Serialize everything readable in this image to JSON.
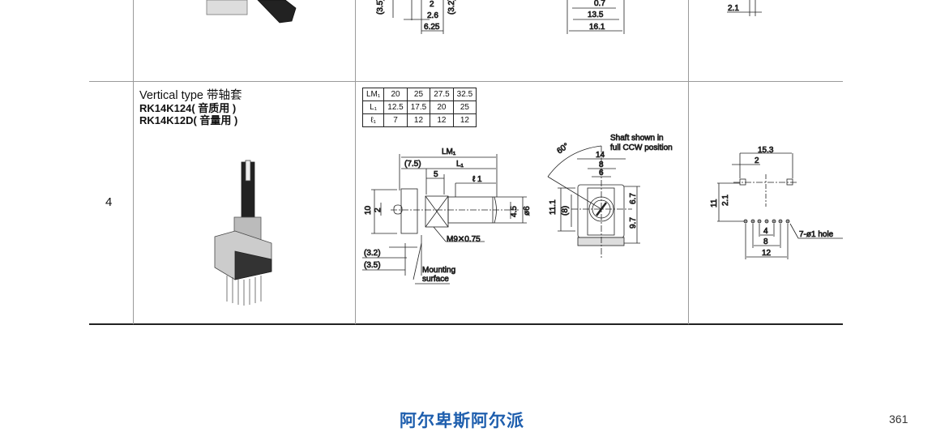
{
  "row_prev": {
    "left_dims": [
      "(3.5)",
      "2",
      "2.6",
      "6.25",
      "(3.2)"
    ],
    "right_dims": [
      "0.7",
      "13.5",
      "16.1"
    ],
    "pcb_dims": [
      "2.1"
    ]
  },
  "row": {
    "number": "4",
    "title": "Vertical type 带轴套",
    "model_1": "RK14K124( 音质用 )",
    "model_2": "RK14K12D( 音量用 )",
    "dim_table": {
      "rows": [
        [
          "LM₁",
          "20",
          "25",
          "27.5",
          "32.5"
        ],
        [
          "L₁",
          "12.5",
          "17.5",
          "20",
          "25"
        ],
        [
          "ℓ₁",
          "7",
          "12",
          "12",
          "12"
        ]
      ]
    },
    "side_view": {
      "lm1": "LM₁",
      "p75": "(7.5)",
      "l1": "L₁",
      "five": "5",
      "ell1": "ℓ 1",
      "ten": "10",
      "two": "2",
      "d45": "4.5",
      "phi6": "ø6",
      "thread": "M9✕0.75",
      "p32": "(3.2)",
      "p35": "(3.5)",
      "mount1": "Mounting",
      "mount2": "surface"
    },
    "front_view": {
      "note1": "Shaft shown in",
      "note2": "full CCW position",
      "angle": "60°",
      "w14": "14",
      "w8": "8",
      "w6": "6",
      "h111": "11.1",
      "h8": "(8)",
      "h67": "6.7",
      "h97": "9.7"
    },
    "pcb": {
      "d153": "15.3",
      "d2": "2",
      "d11": "11",
      "d21": "2.1",
      "d4": "4",
      "d8": "8",
      "d12": "12",
      "hole": "7-ø1 hole"
    }
  },
  "footer": {
    "brand": "阿尔卑斯阿尔派",
    "page": "361"
  }
}
